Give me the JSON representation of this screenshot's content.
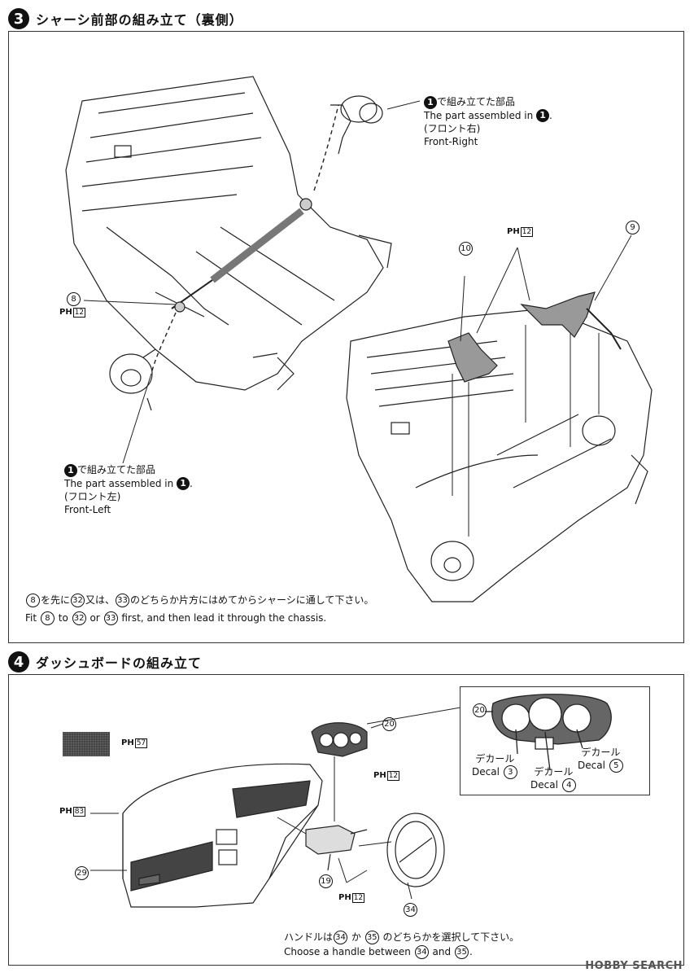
{
  "step3": {
    "number": "3",
    "title": "シャーシ前部の組み立て（裏側）",
    "right_callout": {
      "line1_ref": "1",
      "line1": "で組み立てた部品",
      "line2": "The part assembled in",
      "line2_ref": "1",
      "line3": "(フロント右)",
      "line4": "Front-Right"
    },
    "left_callout": {
      "line1_ref": "1",
      "line1": "で組み立てた部品",
      "line2": "The part assembled in",
      "line2_ref": "1",
      "line3": "(フロント左)",
      "line4": "Front-Left"
    },
    "part_8": "8",
    "part_9": "9",
    "part_10": "10",
    "pref_main": "PH",
    "pref_12": "12",
    "note_jp": {
      "a": "8",
      "t1": "を先に",
      "b": "32",
      "t2": "又は、",
      "c": "33",
      "t3": "のどちらか片方にはめてからシャーシに通して下さい。"
    },
    "note_en": {
      "t0": "Fit",
      "a": "8",
      "t1": "to",
      "b": "32",
      "t2": "or",
      "c": "33",
      "t3": "first, and then lead it through the chassis."
    }
  },
  "step4": {
    "number": "4",
    "title": "ダッシュボードの組み立て",
    "pref_57": "57",
    "pref_83": "83",
    "pref_12a": "12",
    "pref_12b": "12",
    "pref_main": "PH",
    "part_20": "20",
    "part_29": "29",
    "part_19": "19",
    "part_34": "34",
    "inset": {
      "part_20": "20",
      "decal_jp": "デカール",
      "decal_en": "Decal",
      "d3": "3",
      "d4": "4",
      "d5": "5"
    },
    "note_jp": {
      "t1": "ハンドルは",
      "a": "34",
      "t2": "か",
      "b": "35",
      "t3": "のどちらかを選択して下さい。"
    },
    "note_en": {
      "t1": "Choose a handle between",
      "a": "34",
      "t2": "and",
      "b": "35",
      "t3": "."
    }
  },
  "watermark": "HOBBY SEARCH"
}
